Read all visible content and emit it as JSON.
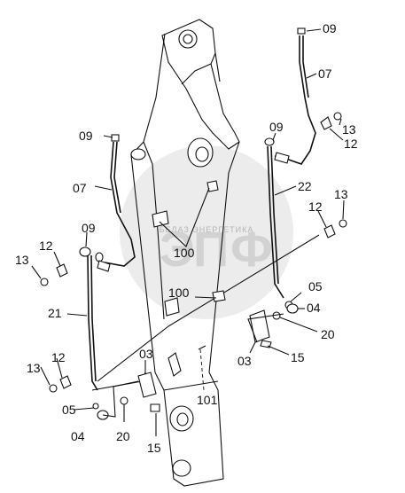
{
  "watermark": {
    "text": "БЕЛАЗ ЭНЕРГЕТИКА",
    "letters": [
      "Э",
      "П",
      "Ф"
    ]
  },
  "labels": [
    {
      "id": "09-a",
      "text": "09"
    },
    {
      "id": "07-a",
      "text": "07"
    },
    {
      "id": "13-a",
      "text": "13"
    },
    {
      "id": "12-a",
      "text": "12"
    },
    {
      "id": "09-b",
      "text": "09"
    },
    {
      "id": "09-c",
      "text": "09"
    },
    {
      "id": "07-b",
      "text": "07"
    },
    {
      "id": "22",
      "text": "22"
    },
    {
      "id": "13-b",
      "text": "13"
    },
    {
      "id": "12-b",
      "text": "12"
    },
    {
      "id": "09-d",
      "text": "09"
    },
    {
      "id": "100-a",
      "text": "100"
    },
    {
      "id": "12-c",
      "text": "12"
    },
    {
      "id": "13-c",
      "text": "13"
    },
    {
      "id": "100-b",
      "text": "100"
    },
    {
      "id": "05-a",
      "text": "05"
    },
    {
      "id": "04-a",
      "text": "04"
    },
    {
      "id": "21",
      "text": "21"
    },
    {
      "id": "20-a",
      "text": "20"
    },
    {
      "id": "03-a",
      "text": "03"
    },
    {
      "id": "15-a",
      "text": "15"
    },
    {
      "id": "03-b",
      "text": "03"
    },
    {
      "id": "13-d",
      "text": "13"
    },
    {
      "id": "12-d",
      "text": "12"
    },
    {
      "id": "101",
      "text": "101"
    },
    {
      "id": "05-b",
      "text": "05"
    },
    {
      "id": "04-b",
      "text": "04"
    },
    {
      "id": "20-b",
      "text": "20"
    },
    {
      "id": "15-b",
      "text": "15"
    }
  ]
}
